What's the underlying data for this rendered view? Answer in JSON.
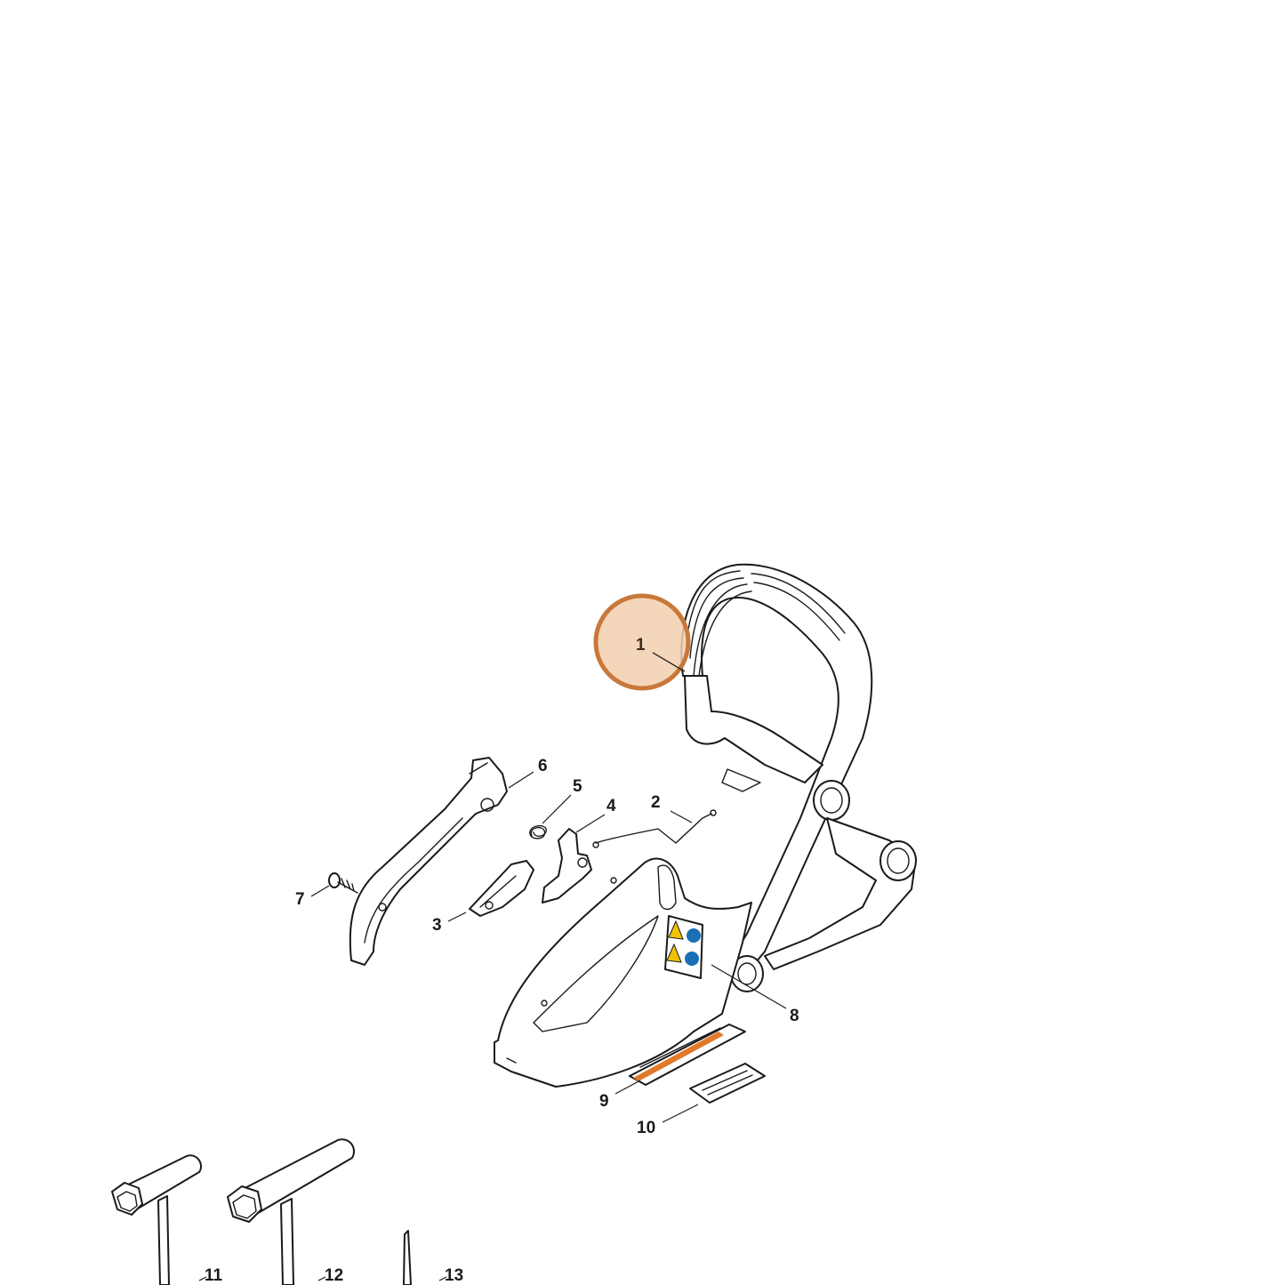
{
  "callouts": [
    "1",
    "2",
    "3",
    "4",
    "5",
    "6",
    "7",
    "8",
    "9",
    "10",
    "11",
    "12",
    "13"
  ],
  "highlight": {
    "callout": "1",
    "fill_color": "#f2cfae",
    "ring_color": "#c8783a"
  },
  "colors": {
    "line": "#1a1a1a",
    "background": "#ffffff",
    "warning_yellow": "#f2c200",
    "info_blue": "#1a6fb5",
    "stripe_orange": "#e07a2a"
  },
  "icons": [
    "warning-triangle-icon",
    "eye-protection-icon",
    "hearing-protection-icon"
  ]
}
